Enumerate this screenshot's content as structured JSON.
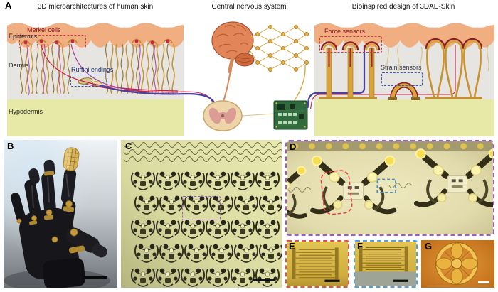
{
  "figure": {
    "panel_a": {
      "label": "A",
      "left_title": "3D microarchitectures of human skin",
      "center_title": "Central nervous system",
      "right_title": "Bioinspired design of 3DAE-Skin",
      "layers": {
        "epidermis": "Epidermis",
        "dermis": "Dermis",
        "hypodermis": "Hypodermis"
      },
      "annotations": {
        "merkel_cells": "Merkel cells",
        "ruffini_endings": "Ruffini endings",
        "force_sensors": "Force sensors",
        "strain_sensors": "Strain sensors"
      }
    },
    "panel_b": {
      "label": "B"
    },
    "panel_c": {
      "label": "C"
    },
    "panel_d": {
      "label": "D"
    },
    "panel_e": {
      "label": "E"
    },
    "panel_f": {
      "label": "F"
    },
    "panel_g": {
      "label": "G"
    },
    "colors": {
      "epidermis": "#f1ae81",
      "dermis": "#e6e5e1",
      "hypodermis": "#e7eaa6",
      "fiber_gold": "#c08c2a",
      "merkel_red": "#cb1f49",
      "nerve_purple": "#4a3f9e",
      "annotation_red": "#d23a4a",
      "annotation_blue": "#3558b8",
      "micrograph_yellow": "#dfe0a2",
      "pcb_green": "#2f6b3c"
    }
  }
}
